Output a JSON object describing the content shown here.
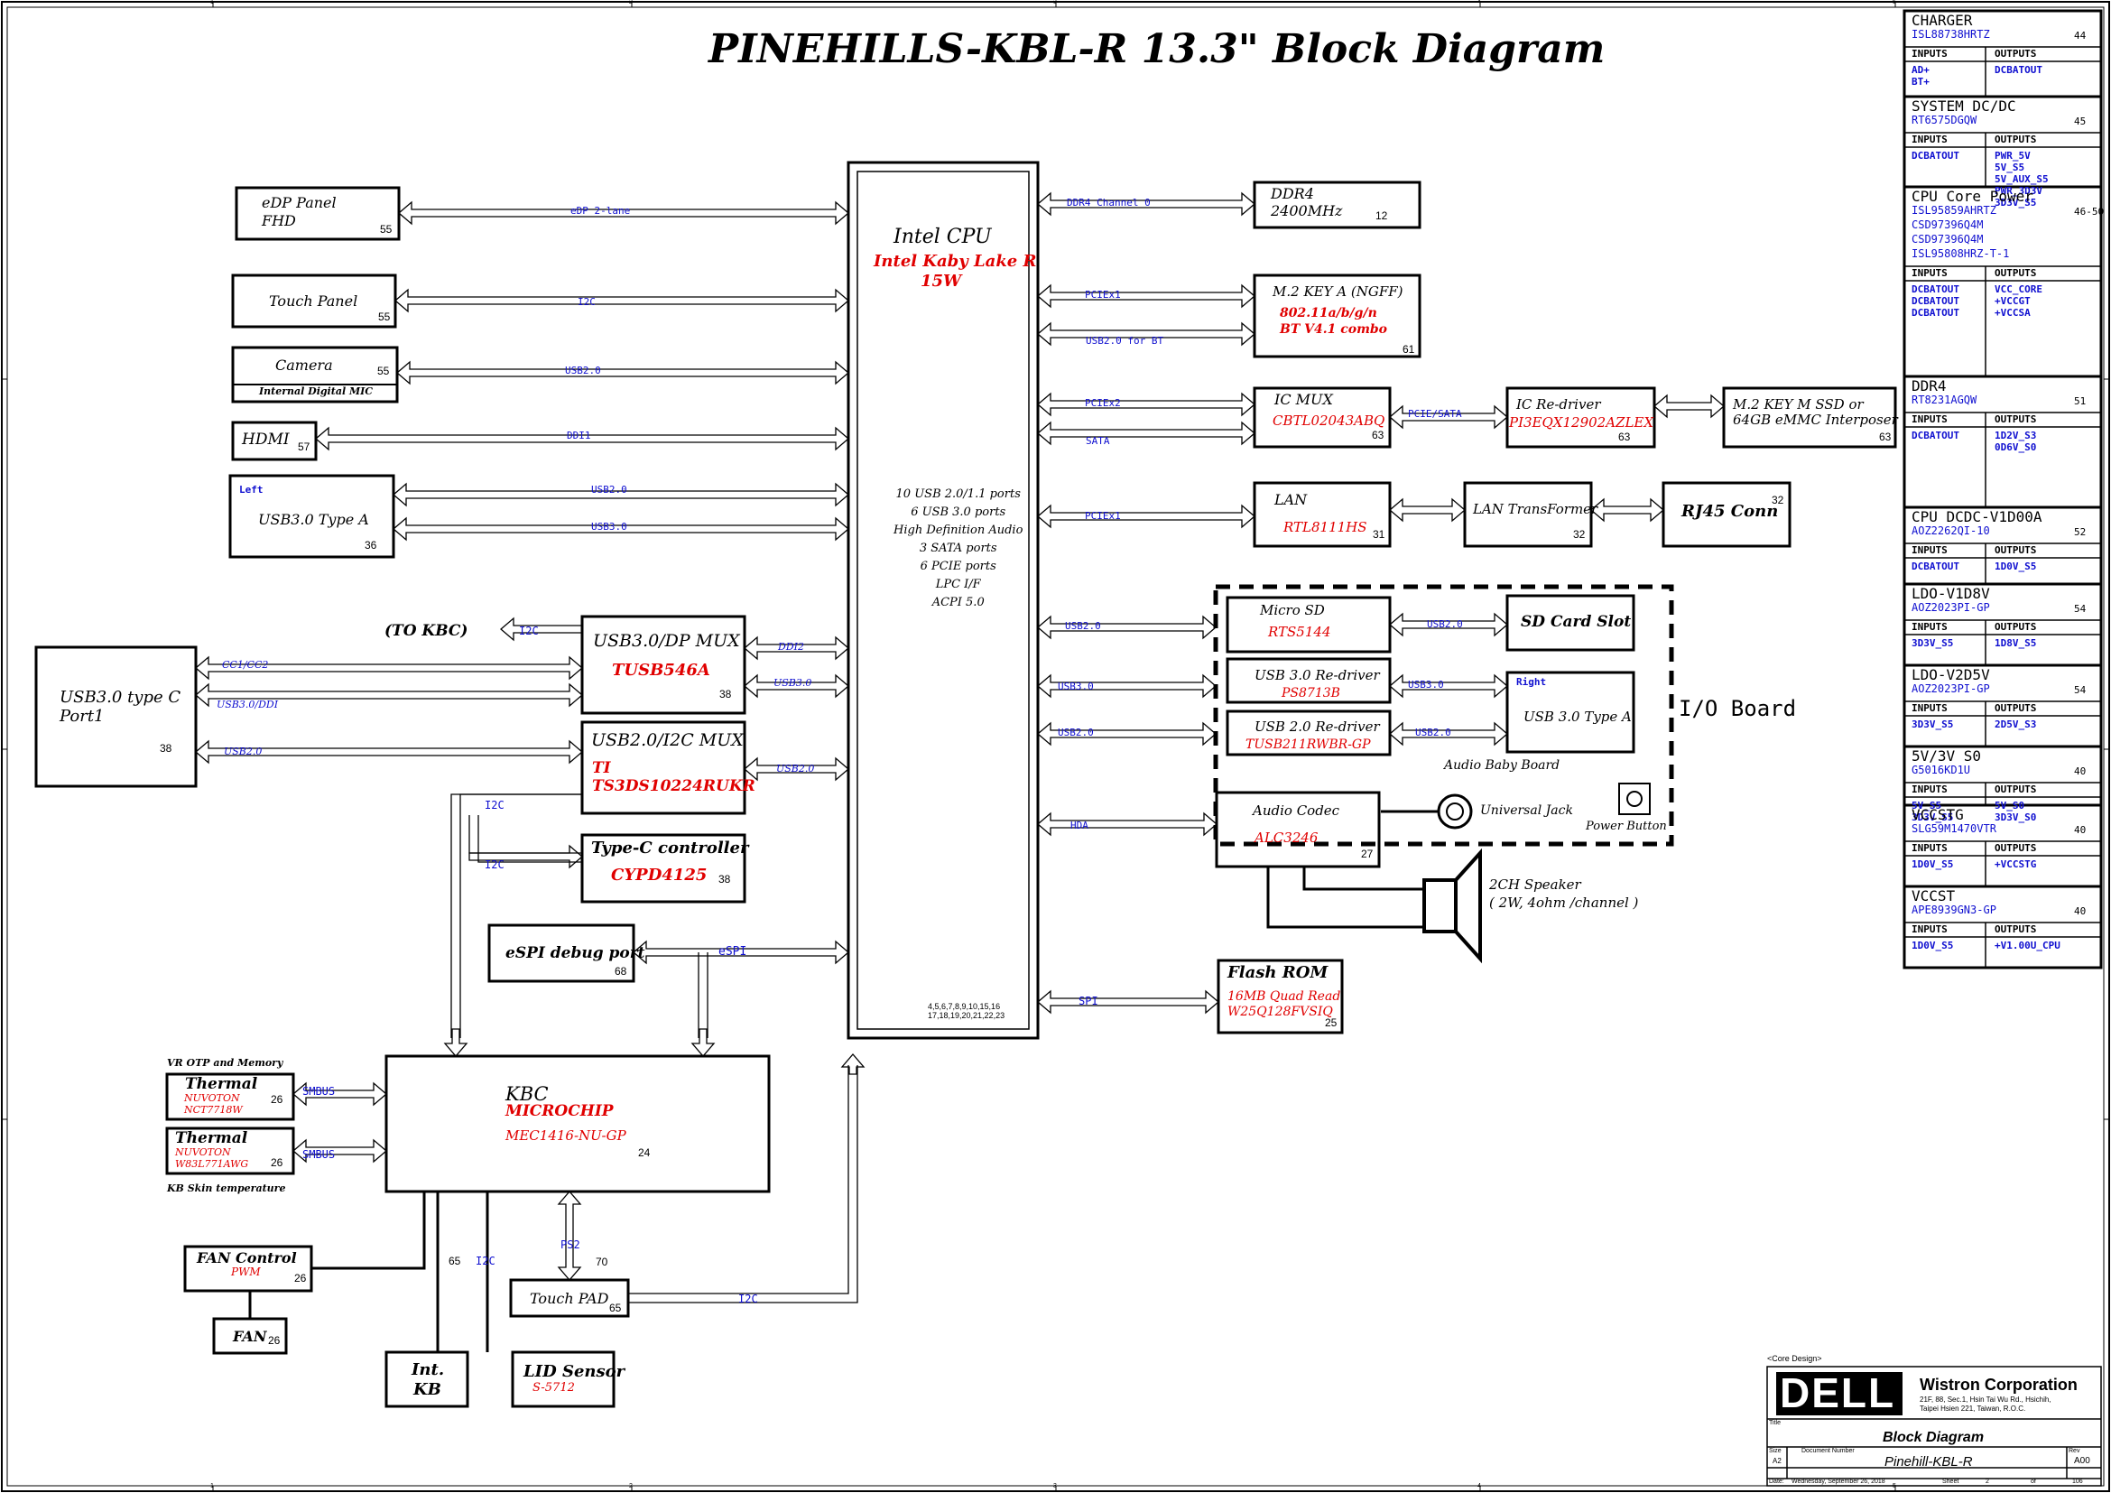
{
  "title": "PINEHILLS-KBL-R 13.3\" Block Diagram",
  "cpu": {
    "name": "Intel CPU",
    "model": "Intel Kaby Lake R",
    "tdp": "15W",
    "pages": "4,5,6,7,8,9,10,15,16\n17,18,19,20,21,22,23",
    "features": [
      "10 USB 2.0/1.1 ports",
      "6 USB 3.0 ports",
      "High Definition Audio",
      "3 SATA ports",
      "6 PCIE ports",
      "LPC I/F",
      "ACPI 5.0"
    ]
  },
  "left_blocks": {
    "edp": {
      "name": "eDP Panel",
      "sub": "FHD",
      "page": "55",
      "bus": "eDP 2-lane"
    },
    "touch": {
      "name": "Touch Panel",
      "page": "55",
      "bus": "I2C"
    },
    "camera": {
      "name": "Camera",
      "sub": "Internal Digital MIC",
      "page": "55",
      "bus": "USB2.0"
    },
    "hdmi": {
      "name": "HDMI",
      "page": "57",
      "bus": "DDI1"
    },
    "usb_a": {
      "tag": "Left",
      "name": "USB3.0 Type A",
      "page": "36",
      "bus1": "USB2.0",
      "bus2": "USB3.0"
    }
  },
  "right_blocks": {
    "ddr4": {
      "name": "DDR4",
      "sub": "2400MHz",
      "page": "12",
      "bus": "DDR4 Channel 0"
    },
    "m2a": {
      "name": "M.2 KEY A (NGFF)",
      "sub1": "802.11a/b/g/n",
      "sub2": "BT V4.1 combo",
      "page": "61",
      "bus1": "PCIEx1",
      "bus2": "USB2.0 for BT"
    },
    "icmux": {
      "name": "IC MUX",
      "part": "CBTL02043ABQ",
      "page": "63",
      "bus1": "PCIEx2",
      "bus2": "SATA",
      "out": "PCIE/SATA"
    },
    "redriver": {
      "name": "IC Re-driver",
      "part": "PI3EQX12902AZLEX",
      "page": "63"
    },
    "m2m": {
      "name1": "M.2 KEY M SSD or",
      "name2": "64GB eMMC Interposer",
      "page": "63"
    },
    "lan": {
      "name": "LAN",
      "part": "RTL8111HS",
      "page": "31",
      "bus": "PCIEx1"
    },
    "lantf": {
      "name": "LAN TransFormer",
      "page": "32"
    },
    "rj45": {
      "name": "RJ45 Conn",
      "page": "32"
    }
  },
  "io_board": {
    "label": "I/O Board",
    "audio_baby": "Audio Baby Board",
    "microsd": {
      "name": "Micro SD",
      "part": "RTS5144",
      "bus": "USB2.0",
      "out": "USB2.0"
    },
    "sd": {
      "name": "SD Card Slot"
    },
    "re30": {
      "name": "USB 3.0 Re-driver",
      "part": "PS8713B",
      "bus": "USB3.0",
      "out": "USB3.0"
    },
    "re20": {
      "name": "USB 2.0 Re-driver",
      "part": "TUSB211RWBR-GP",
      "bus": "USB2.0",
      "out": "USB2.0"
    },
    "usbright": {
      "tag": "Right",
      "name": "USB 3.0 Type A"
    },
    "jack": "Universal Jack",
    "power": "Power Button"
  },
  "audio": {
    "name": "Audio Codec",
    "part": "ALC3246",
    "page": "27",
    "bus": "HDA",
    "speaker": "2CH Speaker",
    "speaker_sub": "( 2W, 4ohm /channel )"
  },
  "flash": {
    "name": "Flash ROM",
    "sub1": "16MB Quad Read",
    "sub2": "W25Q128FVSIQ",
    "page": "25",
    "bus": "SPI"
  },
  "typec": {
    "name": "USB3.0  type C",
    "name2": "Port1",
    "page": "38",
    "bus1": "CC1/CC2",
    "bus2": "USB3.0/DDI",
    "bus3": "USB2.0"
  },
  "dpmux": {
    "name": "USB3.0/DP MUX",
    "part": "TUSB546A",
    "page": "38",
    "bus1": "DDI2",
    "bus2": "USB3.0",
    "kbc": "(TO KBC)",
    "i2c": "I2C"
  },
  "i2cmux": {
    "name": "USB2.0/I2C MUX",
    "part1": "TI",
    "part2": "TS3DS10224RUKR",
    "bus": "USB2.0"
  },
  "tcc": {
    "name": "Type-C controller",
    "part": "CYPD4125",
    "page": "38",
    "i2c1": "I2C",
    "i2c2": "I2C"
  },
  "espi": {
    "name": "eSPI debug  port",
    "page": "68",
    "bus": "eSPI"
  },
  "kbc": {
    "name": "KBC",
    "vendor": "MICROCHIP",
    "part": "MEC1416-NU-GP",
    "page": "24"
  },
  "thermal1": {
    "note": "VR OTP and Memory",
    "name": "Thermal",
    "v": "NUVOTON",
    "part": "NCT7718W",
    "page": "26",
    "bus": "SMBUS"
  },
  "thermal2": {
    "note": "KB Skin temperature",
    "name": "Thermal",
    "v": "NUVOTON",
    "part": "W83L771AWG",
    "page": "26",
    "bus": "SMBUS"
  },
  "fan": {
    "ctrl": "FAN Control",
    "pwm": "PWM",
    "page": "26",
    "fan": "FAN",
    "fanpage": "26"
  },
  "kb": {
    "name1": "Int.",
    "name2": "KB",
    "page": "65"
  },
  "lid": {
    "name": "LID Sensor",
    "part": "S-5712",
    "i2c": "I2C"
  },
  "tp": {
    "name": "Touch PAD",
    "page": "65",
    "ps2": "PS2",
    "ps2page": "70",
    "i2c": "I2C"
  },
  "power_table": [
    {
      "name": "CHARGER",
      "part": "ISL88738HRTZ",
      "page": "44",
      "inputs": [
        "AD+",
        "BT+"
      ],
      "outputs": [
        "DCBATOUT"
      ]
    },
    {
      "name": "SYSTEM DC/DC",
      "part": "RT6575DGQW",
      "page": "45",
      "inputs": [
        "DCBATOUT"
      ],
      "outputs": [
        "PWR_5V",
        "5V_S5",
        "5V_AUX_S5",
        "PWR_3D3V",
        "3D3V_S5"
      ]
    },
    {
      "name": "CPU Core Power",
      "parts": [
        "ISL95859AHRTZ",
        "CSD97396Q4M",
        "CSD97396Q4M",
        "ISL95808HRZ-T-1"
      ],
      "page": "46-50",
      "inputs": [
        "DCBATOUT",
        "DCBATOUT",
        "DCBATOUT"
      ],
      "outputs": [
        "VCC_CORE",
        "+VCCGT",
        "+VCCSA"
      ]
    },
    {
      "name": "DDR4",
      "part": "RT8231AGQW",
      "page": "51",
      "inputs": [
        "DCBATOUT"
      ],
      "outputs": [
        "1D2V_S3",
        "0D6V_S0"
      ]
    },
    {
      "name": "CPU DCDC-V1D00A",
      "part": "AOZ2262QI-10",
      "page": "52",
      "inputs": [
        "DCBATOUT"
      ],
      "outputs": [
        "1D0V_S5"
      ]
    },
    {
      "name": "LDO-V1D8V",
      "part": "AOZ2023PI-GP",
      "page": "54",
      "inputs": [
        "3D3V_S5"
      ],
      "outputs": [
        "1D8V_S5"
      ]
    },
    {
      "name": "LDO-V2D5V",
      "part": "AOZ2023PI-GP",
      "page": "54",
      "inputs": [
        "3D3V_S5"
      ],
      "outputs": [
        "2D5V_S3"
      ]
    },
    {
      "name": "5V/3V S0",
      "part": "G5016KD1U",
      "page": "40",
      "inputs": [
        "5V_S5",
        "3D3V_S5"
      ],
      "outputs": [
        "5V_S0",
        "3D3V_S0"
      ]
    },
    {
      "name": "VCCSTG",
      "part": "SLG59M1470VTR",
      "page": "40",
      "inputs": [
        "1D0V_S5"
      ],
      "outputs": [
        "+VCCSTG"
      ]
    },
    {
      "name": "VCCST",
      "part": "APE8939GN3-GP",
      "page": "40",
      "inputs": [
        "1D0V_S5"
      ],
      "outputs": [
        "+V1.00U_CPU"
      ]
    }
  ],
  "table_labels": {
    "inputs": "INPUTS",
    "outputs": "OUTPUTS"
  },
  "titleblock": {
    "core": "<Core Design>",
    "brand": "DELL",
    "company": "Wistron Corporation",
    "addr1": "21F, 88, Sec.1, Hsin Tai Wu Rd., Hsichih,",
    "addr2": "Taipei Hsien 221, Taiwan, R.O.C.",
    "title_lbl": "Title",
    "title": "Block Diagram",
    "size_lbl": "Size",
    "size": "A2",
    "docnum_lbl": "Document Number",
    "docnum": "Pinehill-KBL-R",
    "rev_lbl": "Rev",
    "rev": "A00",
    "date_lbl": "Date:",
    "date": "Wednesday, September 26, 2018",
    "sheet_lbl": "Sheet",
    "sheet": "2",
    "of_lbl": "of",
    "total": "106"
  },
  "border_zones": [
    "1",
    "2",
    "3",
    "4",
    "5"
  ],
  "colors": {
    "red": "#e00000",
    "blue": "#1010d0"
  }
}
